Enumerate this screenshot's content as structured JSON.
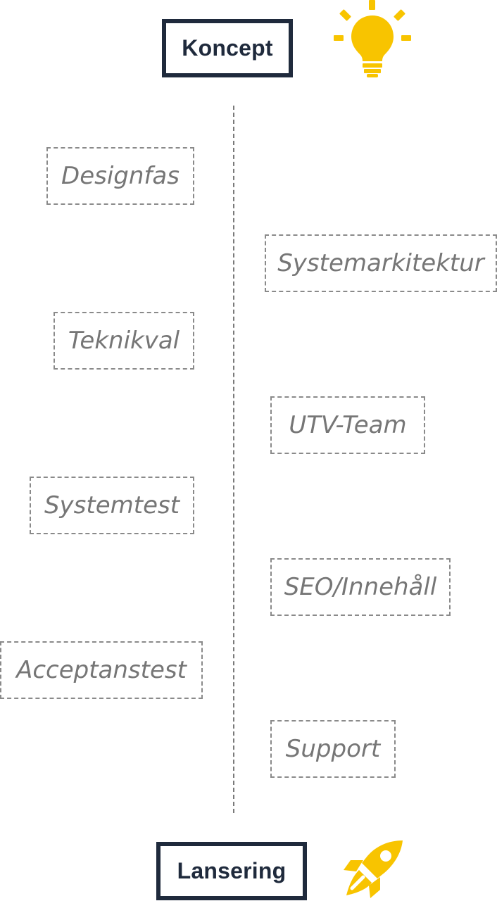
{
  "start_milestone": {
    "label": "Koncept",
    "icon": "lightbulb-icon"
  },
  "end_milestone": {
    "label": "Lansering",
    "icon": "rocket-icon"
  },
  "phases": [
    {
      "label": "Designfas",
      "side": "left"
    },
    {
      "label": "Systemarkitektur",
      "side": "right"
    },
    {
      "label": "Teknikval",
      "side": "left"
    },
    {
      "label": "UTV-Team",
      "side": "right"
    },
    {
      "label": "Systemtest",
      "side": "left"
    },
    {
      "label": "SEO/Innehåll",
      "side": "right"
    },
    {
      "label": "Acceptanstest",
      "side": "left"
    },
    {
      "label": "Support",
      "side": "right"
    }
  ],
  "colors": {
    "milestone_border": "#1f2a3c",
    "milestone_text": "#1f2a3c",
    "phase_text": "#767676",
    "phase_border": "#8a8a8a",
    "icon_accent": "#f8c400"
  }
}
